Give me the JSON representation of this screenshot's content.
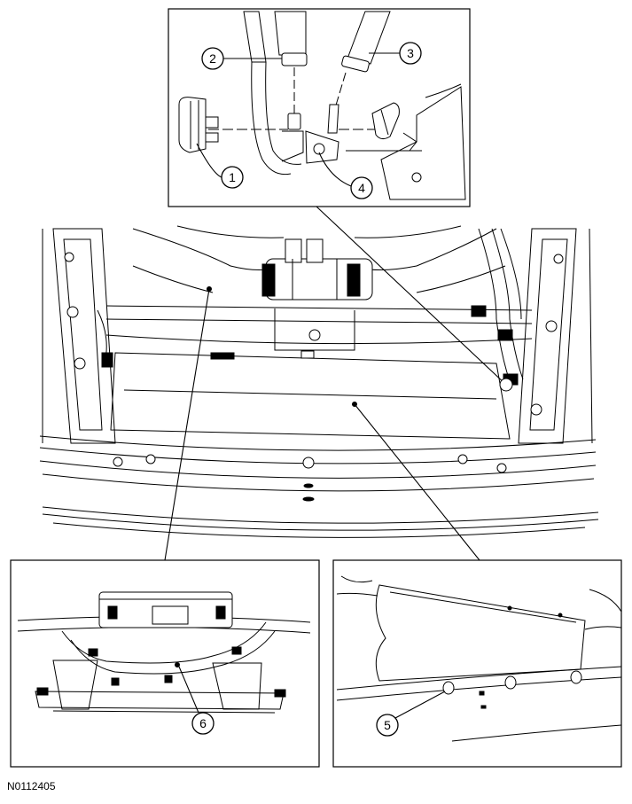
{
  "callouts": {
    "c1": "1",
    "c2": "2",
    "c3": "3",
    "c4": "4",
    "c5": "5",
    "c6": "6"
  },
  "figure_id": "N0112405"
}
